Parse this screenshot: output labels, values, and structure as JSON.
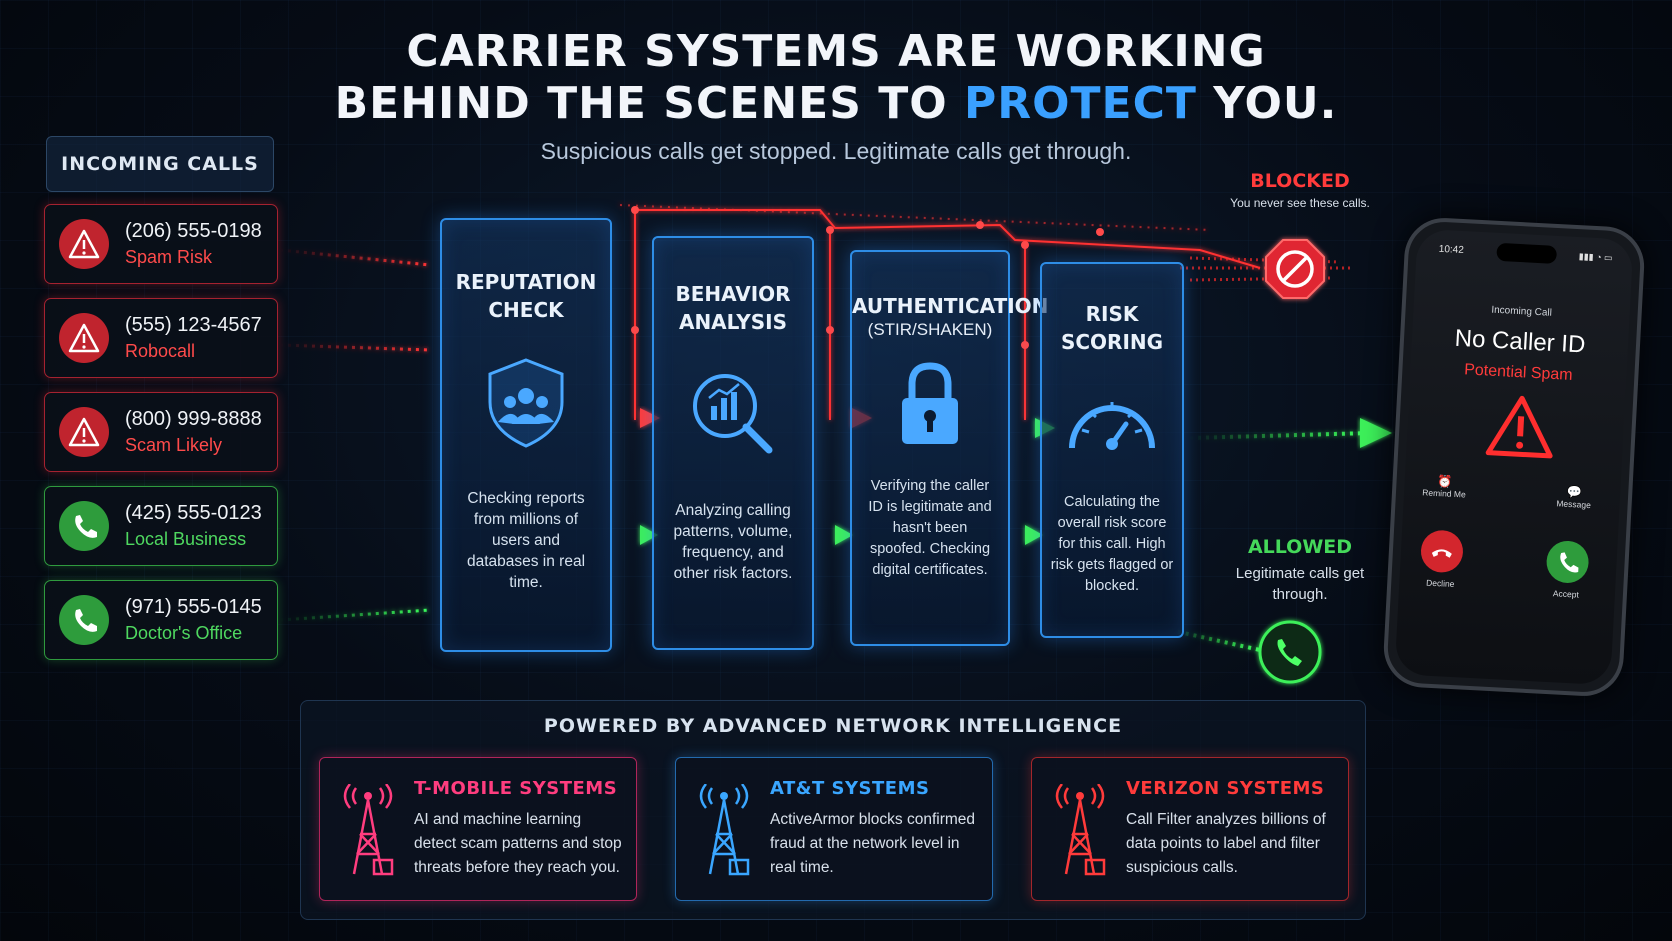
{
  "headline": {
    "line1": "CARRIER SYSTEMS ARE WORKING",
    "line2_prefix": "BEHIND THE SCENES TO ",
    "line2_accent": "PROTECT",
    "line2_suffix": " YOU."
  },
  "subtitle": "Suspicious calls get stopped. Legitimate calls get through.",
  "incoming": {
    "title": "INCOMING CALLS",
    "calls": [
      {
        "number": "(206) 555-0198",
        "label": "Spam Risk",
        "status": "spam",
        "icon": "warning-icon"
      },
      {
        "number": "(555) 123-4567",
        "label": "Robocall",
        "status": "spam",
        "icon": "warning-icon"
      },
      {
        "number": "(800) 999-8888",
        "label": "Scam Likely",
        "status": "spam",
        "icon": "warning-icon"
      },
      {
        "number": "(425) 555-0123",
        "label": "Local Business",
        "status": "ok",
        "icon": "phone-icon"
      },
      {
        "number": "(971) 555-0145",
        "label": "Doctor's Office",
        "status": "ok",
        "icon": "phone-icon"
      }
    ]
  },
  "panels": [
    {
      "title": "REPUTATION\nCHECK",
      "sub": "",
      "icon": "shield-users-icon",
      "desc": "Checking reports from millions of users and databases in real time."
    },
    {
      "title": "BEHAVIOR\nANALYSIS",
      "sub": "",
      "icon": "magnifier-chart-icon",
      "desc": "Analyzing calling patterns, volume, frequency, and other risk factors."
    },
    {
      "title": "AUTHENTICATION",
      "sub": "(STIR/SHAKEN)",
      "icon": "padlock-icon",
      "desc": "Verifying the caller ID is legitimate and hasn't been spoofed. Checking digital certificates."
    },
    {
      "title": "RISK\nSCORING",
      "sub": "",
      "icon": "gauge-icon",
      "desc": "Calculating the overall risk score for this call. High risk gets flagged or blocked."
    }
  ],
  "blocked": {
    "label": "BLOCKED",
    "note": "You never see these calls.",
    "icon": "block-sign-icon"
  },
  "allowed": {
    "label": "ALLOWED",
    "note": "Legitimate calls get through.",
    "icon": "phone-icon"
  },
  "phone": {
    "time": "10:42",
    "incoming_label": "Incoming Call",
    "caller": "No Caller ID",
    "tag": "Potential Spam",
    "remind": "Remind Me",
    "message": "Message",
    "decline": "Decline",
    "accept": "Accept"
  },
  "bottom": {
    "title": "POWERED BY ADVANCED NETWORK INTELLIGENCE",
    "carriers": [
      {
        "name": "T-MOBILE SYSTEMS",
        "desc": "AI and machine learning detect scam patterns and stop threats before they reach you.",
        "color": "#ff3d7f",
        "icon": "cell-tower-icon"
      },
      {
        "name": "AT&T SYSTEMS",
        "desc": "ActiveArmor blocks confirmed fraud at the network level in real time.",
        "color": "#3aa6ff",
        "icon": "cell-tower-icon"
      },
      {
        "name": "VERIZON SYSTEMS",
        "desc": "Call Filter analyzes billions of data points to label and filter suspicious calls.",
        "color": "#ff3b3b",
        "icon": "cell-tower-icon"
      }
    ]
  },
  "colors": {
    "spam": "#e53935",
    "ok": "#43c755",
    "accent": "#3aa0ff",
    "panel_border": "#2e8de6"
  }
}
